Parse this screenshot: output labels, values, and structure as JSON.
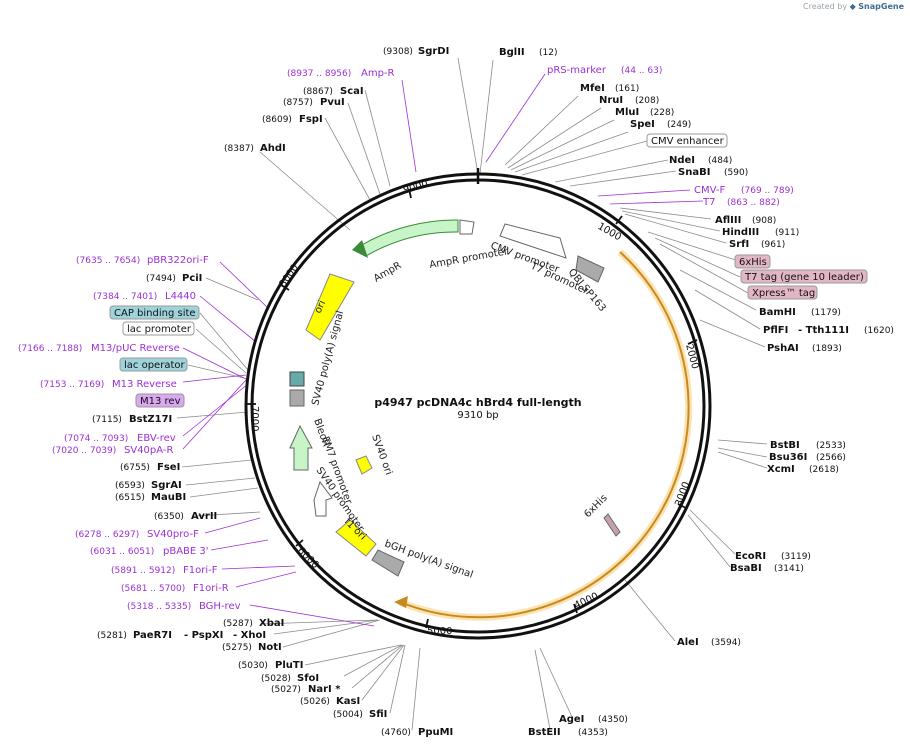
{
  "credit": {
    "prefix": "Created by",
    "brand": "SnapGene",
    "logo_icon": "snapgene-logo-icon"
  },
  "plasmid": {
    "name": "p4947 pcDNA4c hBrd4 full-length",
    "length": "9310 bp",
    "total_bp": 9310
  },
  "ruler": [
    "1000",
    "2000",
    "3000",
    "4000",
    "5000",
    "6000",
    "7000",
    "8000",
    "9000"
  ],
  "feature_labels": {
    "ampr": "AmpR",
    "ampr_promoter": "AmpR promoter",
    "ori": "ori",
    "sv40_polya": "SV40 poly(A) signal",
    "cmv_promoter": "CMV promoter",
    "t7_promoter": "T7 promoter",
    "qbi": "QBI SP163",
    "em7": "EM7 promoter",
    "bleor": "BleoR",
    "sv40_promoter": "SV40 promoter",
    "sv40_ori": "SV40 ori",
    "f1_ori": "f1 ori",
    "bgh": "bGH poly(A) signal",
    "sixhis": "6xHis"
  },
  "sites": {
    "sgrdi": {
      "name": "SgrDI",
      "pos": "(9308)"
    },
    "bglii": {
      "name": "BglII",
      "pos": "(12)"
    },
    "mfei": {
      "name": "MfeI",
      "pos": "(161)"
    },
    "nrui": {
      "name": "NruI",
      "pos": "(208)"
    },
    "mlui": {
      "name": "MluI",
      "pos": "(228)"
    },
    "spei": {
      "name": "SpeI",
      "pos": "(249)"
    },
    "ndei": {
      "name": "NdeI",
      "pos": "(484)"
    },
    "snabi": {
      "name": "SnaBI",
      "pos": "(590)"
    },
    "afliii": {
      "name": "AflIII",
      "pos": "(908)"
    },
    "hindiii": {
      "name": "HindIII",
      "pos": "(911)"
    },
    "srfi": {
      "name": "SrfI",
      "pos": "(961)"
    },
    "bamhi": {
      "name": "BamHI",
      "pos": "(1179)"
    },
    "pflfi": {
      "name": "PflFI",
      "pos": ""
    },
    "tth111i": {
      "name": "- Tth111I",
      "pos": "(1620)"
    },
    "pshai": {
      "name": "PshAI",
      "pos": "(1893)"
    },
    "bstbi": {
      "name": "BstBI",
      "pos": "(2533)"
    },
    "bsu36i": {
      "name": "Bsu36I",
      "pos": "(2566)"
    },
    "xcmi": {
      "name": "XcmI",
      "pos": "(2618)"
    },
    "ecori": {
      "name": "EcoRI",
      "pos": "(3119)"
    },
    "bsabi": {
      "name": "BsaBI",
      "pos": "(3141)"
    },
    "alei": {
      "name": "AleI",
      "pos": "(3594)"
    },
    "agei": {
      "name": "AgeI",
      "pos": "(4350)"
    },
    "bsteii": {
      "name": "BstEII",
      "pos": "(4353)"
    },
    "ppumi": {
      "name": "PpuMI",
      "pos": "(4760)"
    },
    "sfii": {
      "name": "SfiI",
      "pos": "(5004)"
    },
    "kasi": {
      "name": "KasI",
      "pos": "(5026)"
    },
    "nari": {
      "name": "NarI *",
      "pos": "(5027)"
    },
    "sfoi": {
      "name": "SfoI",
      "pos": "(5028)"
    },
    "pluti": {
      "name": "PluTI",
      "pos": "(5030)"
    },
    "noti": {
      "name": "NotI",
      "pos": "(5275)"
    },
    "paer7i": {
      "name": "PaeR7I",
      "pos": "(5281)"
    },
    "pspxi": {
      "name": "- PspXI",
      "pos": ""
    },
    "xhoi": {
      "name": "- XhoI",
      "pos": ""
    },
    "xbai": {
      "name": "XbaI",
      "pos": "(5287)"
    },
    "avrii": {
      "name": "AvrII",
      "pos": "(6350)"
    },
    "maubi": {
      "name": "MauBI",
      "pos": "(6515)"
    },
    "sgrai": {
      "name": "SgrAI",
      "pos": "(6593)"
    },
    "fsei": {
      "name": "FseI",
      "pos": "(6755)"
    },
    "bstz17i": {
      "name": "BstZ17I",
      "pos": "(7115)"
    },
    "pcii": {
      "name": "PciI",
      "pos": "(7494)"
    },
    "ahdi": {
      "name": "AhdI",
      "pos": "(8387)"
    },
    "fspi": {
      "name": "FspI",
      "pos": "(8609)"
    },
    "pvui": {
      "name": "PvuI",
      "pos": "(8757)"
    },
    "scai": {
      "name": "ScaI",
      "pos": "(8867)"
    }
  },
  "primers": {
    "ampr_r": {
      "name": "Amp-R",
      "pos": "(8937 .. 8956)"
    },
    "prs": {
      "name": "pRS-marker",
      "pos": "(44 .. 63)"
    },
    "cmvf": {
      "name": "CMV-F",
      "pos": "(769 .. 789)"
    },
    "t7": {
      "name": "T7",
      "pos": "(863 .. 882)"
    },
    "pbr": {
      "name": "pBR322ori-F",
      "pos": "(7635 .. 7654)"
    },
    "l4440": {
      "name": "L4440",
      "pos": "(7384 .. 7401)"
    },
    "m13puc": {
      "name": "M13/pUC Reverse",
      "pos": "(7166 .. 7188)"
    },
    "m13r": {
      "name": "M13 Reverse",
      "pos": "(7153 .. 7169)"
    },
    "ebv": {
      "name": "EBV-rev",
      "pos": "(7074 .. 7093)"
    },
    "sv40pa": {
      "name": "SV40pA-R",
      "pos": "(7020 .. 7039)"
    },
    "sv40pro": {
      "name": "SV40pro-F",
      "pos": "(6278 .. 6297)"
    },
    "pbabe": {
      "name": "pBABE 3'",
      "pos": "(6031 .. 6051)"
    },
    "f1f": {
      "name": "F1ori-F",
      "pos": "(5891 .. 5912)"
    },
    "f1r": {
      "name": "F1ori-R",
      "pos": "(5681 .. 5700)"
    },
    "bghrev": {
      "name": "BGH-rev",
      "pos": "(5318 .. 5335)"
    }
  },
  "boxes": {
    "cmv_enhancer": "CMV enhancer",
    "sixhis": "6xHis",
    "t7tag": "T7 tag (gene 10 leader)",
    "xpress": "Xpress™ tag",
    "cap": "CAP binding site",
    "lacprom": "lac promoter",
    "lacop": "lac operator",
    "m13rev": "M13 rev"
  },
  "colors": {
    "primer": "#9b30d4",
    "ampr": "#c8f5c8",
    "ori": "#ffff00",
    "insert": "#f0a020",
    "box_blue": "#9fd3dc",
    "box_pink": "#e3b6c6",
    "box_purple": "#d9a8f0"
  }
}
